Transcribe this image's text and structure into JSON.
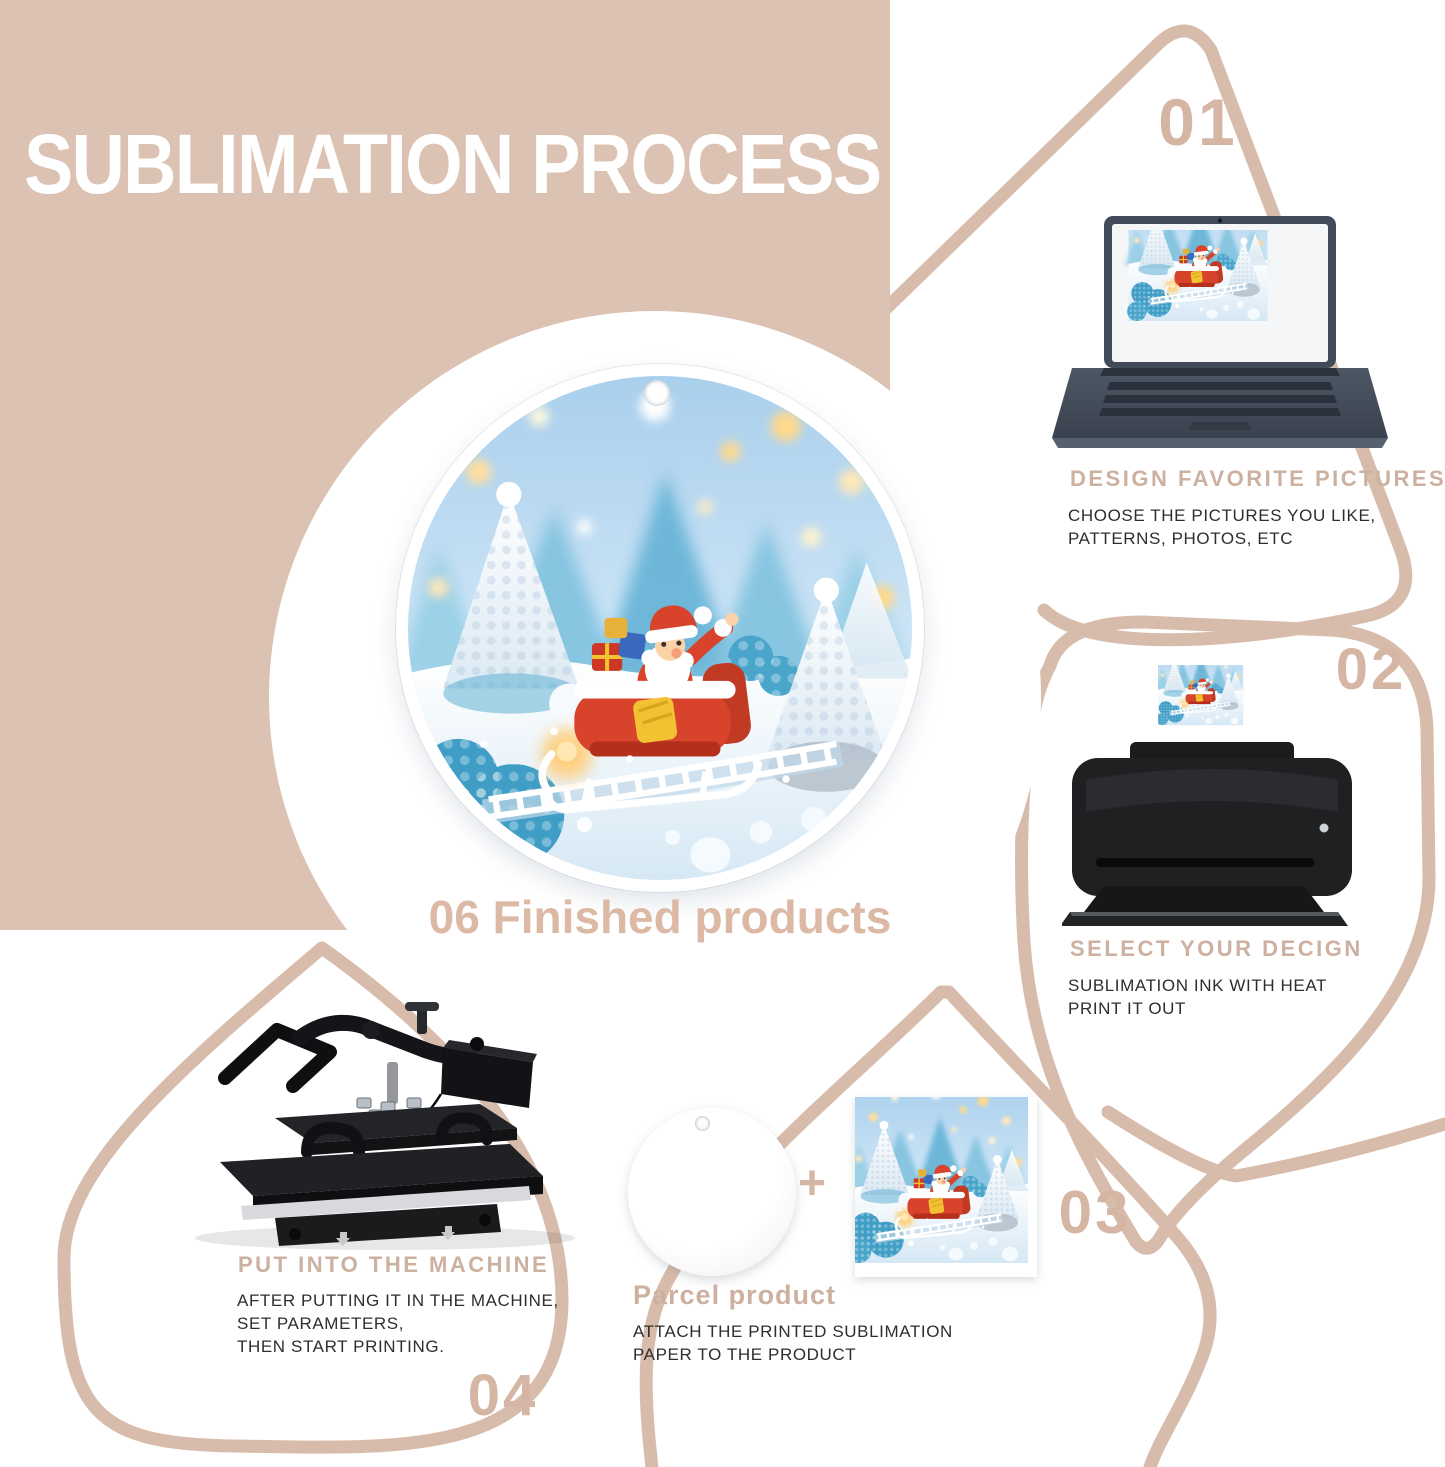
{
  "title": "SUBLIMATION PROCESS",
  "center": {
    "caption": "06 Finished products",
    "product": "round ceramic ornament with santa sleigh winter scene"
  },
  "steps": {
    "s1": {
      "num": "01",
      "heading": "DESIGN FAVORITE PICTURES",
      "lines": [
        "CHOOSE THE PICTURES YOU LIKE,",
        "PATTERNS, PHOTOS, ETC"
      ]
    },
    "s2": {
      "num": "02",
      "heading": "SELECT YOUR DECIGN",
      "lines": [
        "SUBLIMATION INK WITH HEAT",
        "PRINT IT OUT"
      ]
    },
    "s3": {
      "num": "03",
      "heading": "Parcel product",
      "plus": "+",
      "lines": [
        "ATTACH THE PRINTED SUBLIMATION",
        "PAPER TO THE PRODUCT"
      ]
    },
    "s4": {
      "num": "04",
      "heading": "PUT INTO THE MACHINE",
      "lines": [
        "AFTER PUTTING IT IN THE MACHINE,",
        "SET PARAMETERS,",
        "THEN START PRINTING."
      ]
    }
  },
  "icons": {
    "step1": "laptop-icon",
    "step2": "printer-icon",
    "step3a": "blank-ornament-icon",
    "step3b": "printed-paper-icon",
    "step4": "heat-press-icon"
  },
  "colors": {
    "beige": "#dcc2b2",
    "stroke": "#d8bcab",
    "number": "#d5b5a3",
    "heading": "#ccb0a0",
    "caption": "#dcb9a4",
    "body": "#2e2e2e",
    "scene_sky": "#a9cfec",
    "scene_teal": "#4aa0c9",
    "santa_red": "#d8432c",
    "gift_gold": "#f2c233"
  }
}
